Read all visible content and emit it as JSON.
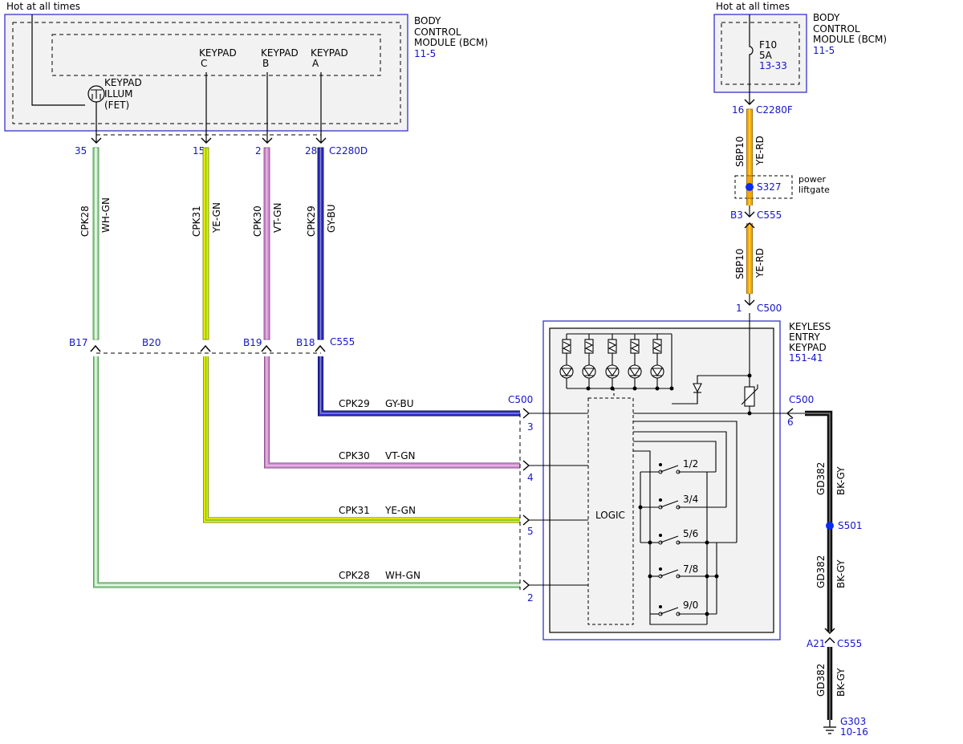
{
  "colors": {
    "blue_text": "#1515c8",
    "module_border": "#3333cc",
    "module_fill": "#f2f2f2",
    "wire_wh_gn": "#9bd49b",
    "wire_ye_gn": "#e6f000",
    "wire_vt_gn": "#d08ad0",
    "wire_gy_bu": "#2b2bd0",
    "wire_ye_rd": "#f5a800",
    "wire_bk_gy": "#111111",
    "splice_dot": "#0a2cf0"
  },
  "left_bcm": {
    "hot_label": "Hot at all times",
    "title_lines": [
      "BODY",
      "CONTROL",
      "MODULE (BCM)"
    ],
    "ref": "11-5",
    "illum_lines": [
      "KEYPAD",
      "ILLUM",
      "(FET)"
    ],
    "keypad_c": [
      "KEYPAD",
      "C"
    ],
    "keypad_b": [
      "KEYPAD",
      "B"
    ],
    "keypad_a": [
      "KEYPAD",
      "A"
    ],
    "connector": "C2280D",
    "pins": [
      "35",
      "15",
      "2",
      "28"
    ]
  },
  "right_bcm": {
    "hot_label": "Hot at all times",
    "title_lines": [
      "BODY",
      "CONTROL",
      "MODULE (BCM)"
    ],
    "ref": "11-5",
    "fuse": "F10",
    "fuse_rating": "5A",
    "fuse_ref": "13-33",
    "pin": "16",
    "connector": "C2280F"
  },
  "wires_vertical": [
    {
      "circuit": "CPK28",
      "color": "WH-GN"
    },
    {
      "circuit": "CPK31",
      "color": "YE-GN"
    },
    {
      "circuit": "CPK30",
      "color": "VT-GN"
    },
    {
      "circuit": "CPK29",
      "color": "GY-BU"
    }
  ],
  "c555_left": {
    "pins": [
      "B17",
      "B20",
      "B19",
      "B18"
    ],
    "connector": "C555"
  },
  "wires_horizontal": [
    {
      "circuit": "CPK29",
      "color": "GY-BU",
      "pin": "3"
    },
    {
      "circuit": "CPK30",
      "color": "VT-GN",
      "pin": "4"
    },
    {
      "circuit": "CPK31",
      "color": "YE-GN",
      "pin": "5"
    },
    {
      "circuit": "CPK28",
      "color": "WH-GN",
      "pin": "2"
    }
  ],
  "power_feed": {
    "circuit": "SBP10",
    "color": "YE-RD",
    "splice": "S327",
    "splice_note": [
      "power",
      "liftgate"
    ],
    "c555_pin": "B3",
    "c555": "C555",
    "c500_pin": "1",
    "c500": "C500"
  },
  "keypad": {
    "title_lines": [
      "KEYLESS",
      "ENTRY",
      "KEYPAD"
    ],
    "ref": "151-41",
    "connector_left": "C500",
    "logic": "LOGIC",
    "switches": [
      "1/2",
      "3/4",
      "5/6",
      "7/8",
      "9/0"
    ]
  },
  "ground": {
    "c500": "C500",
    "pin": "6",
    "circuit": "GD382",
    "color": "BK-GY",
    "splice": "S501",
    "c555_pin": "A21",
    "c555": "C555",
    "ground": "G303",
    "ground_ref": "10-16"
  }
}
